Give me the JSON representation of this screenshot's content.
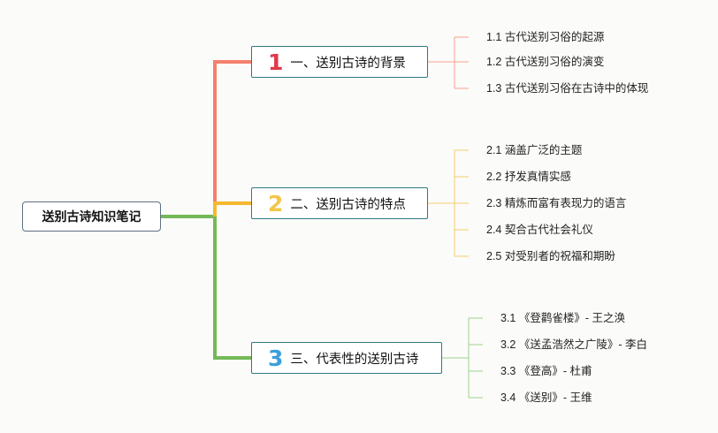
{
  "root": "送别古诗知识笔记",
  "colors": {
    "branch1": "#f4806e",
    "branch2": "#f5b82e",
    "branch3": "#74b957",
    "topic_border": "#2f7b82"
  },
  "topics": [
    {
      "num": "1",
      "label": "一、送别古诗的背景",
      "children": [
        "1.1 古代送别习俗的起源",
        "1.2 古代送别习俗的演变",
        "1.3 古代送别习俗在古诗中的体现"
      ]
    },
    {
      "num": "2",
      "label": "二、送别古诗的特点",
      "children": [
        "2.1 涵盖广泛的主题",
        "2.2 抒发真情实感",
        "2.3 精炼而富有表现力的语言",
        "2.4 契合古代社会礼仪",
        "2.5 对受别者的祝福和期盼"
      ]
    },
    {
      "num": "3",
      "label": "三、代表性的送别古诗",
      "children": [
        "3.1 《登鹳雀楼》- 王之涣",
        "3.2 《送孟浩然之广陵》- 李白",
        "3.3 《登高》- 杜甫",
        "3.4 《送别》- 王维"
      ]
    }
  ]
}
